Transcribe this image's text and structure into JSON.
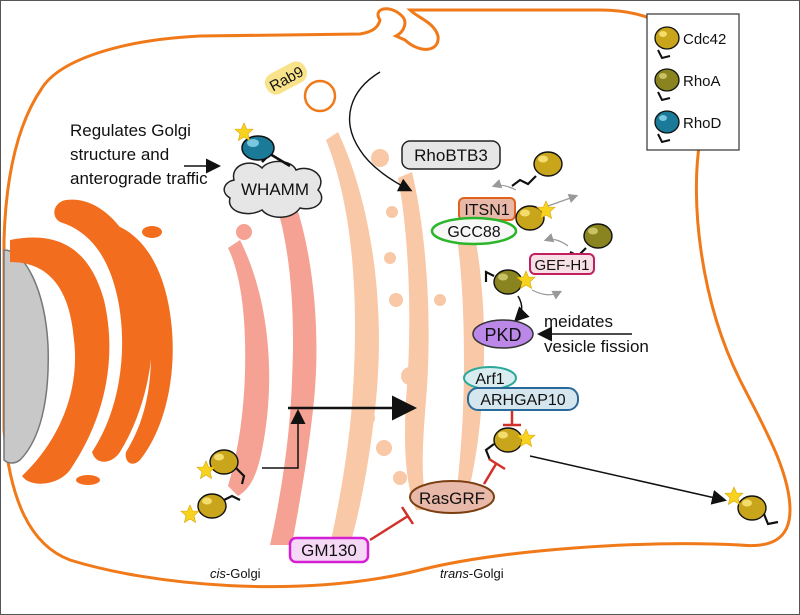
{
  "legend": {
    "items": [
      {
        "label": "Cdc42",
        "color": "#c9a51c"
      },
      {
        "label": "RhoA",
        "color": "#8a8420"
      },
      {
        "label": "RhoD",
        "color": "#1b7a98"
      }
    ]
  },
  "annotations": {
    "golgi_structure": [
      "Regulates Golgi",
      "structure and",
      "anterograde traffic"
    ],
    "vesicle_fission": [
      "meidates",
      "vesicle fission"
    ],
    "cis_prefix": "cis",
    "cis_suffix": "-Golgi",
    "trans_prefix": "trans",
    "trans_suffix": "-Golgi"
  },
  "proteins": {
    "rab9": "Rab9",
    "whamm": "WHAMM",
    "rhobtb3": "RhoBTB3",
    "itsn1": "ITSN1",
    "gcc88": "GCC88",
    "gef_h1": "GEF-H1",
    "pkd": "PKD",
    "arf1": "Arf1",
    "arhgap10": "ARHGAP10",
    "rasgrf": "RasGRF",
    "gm130": "GM130"
  },
  "colors": {
    "membrane": "#f07a1a",
    "nucleus": "#c8c8c8",
    "er": "#f26e1e",
    "cis_cisterna": "#f5a193",
    "trans_cisterna": "#f9c8a6",
    "inhibit": "#d3302a"
  }
}
